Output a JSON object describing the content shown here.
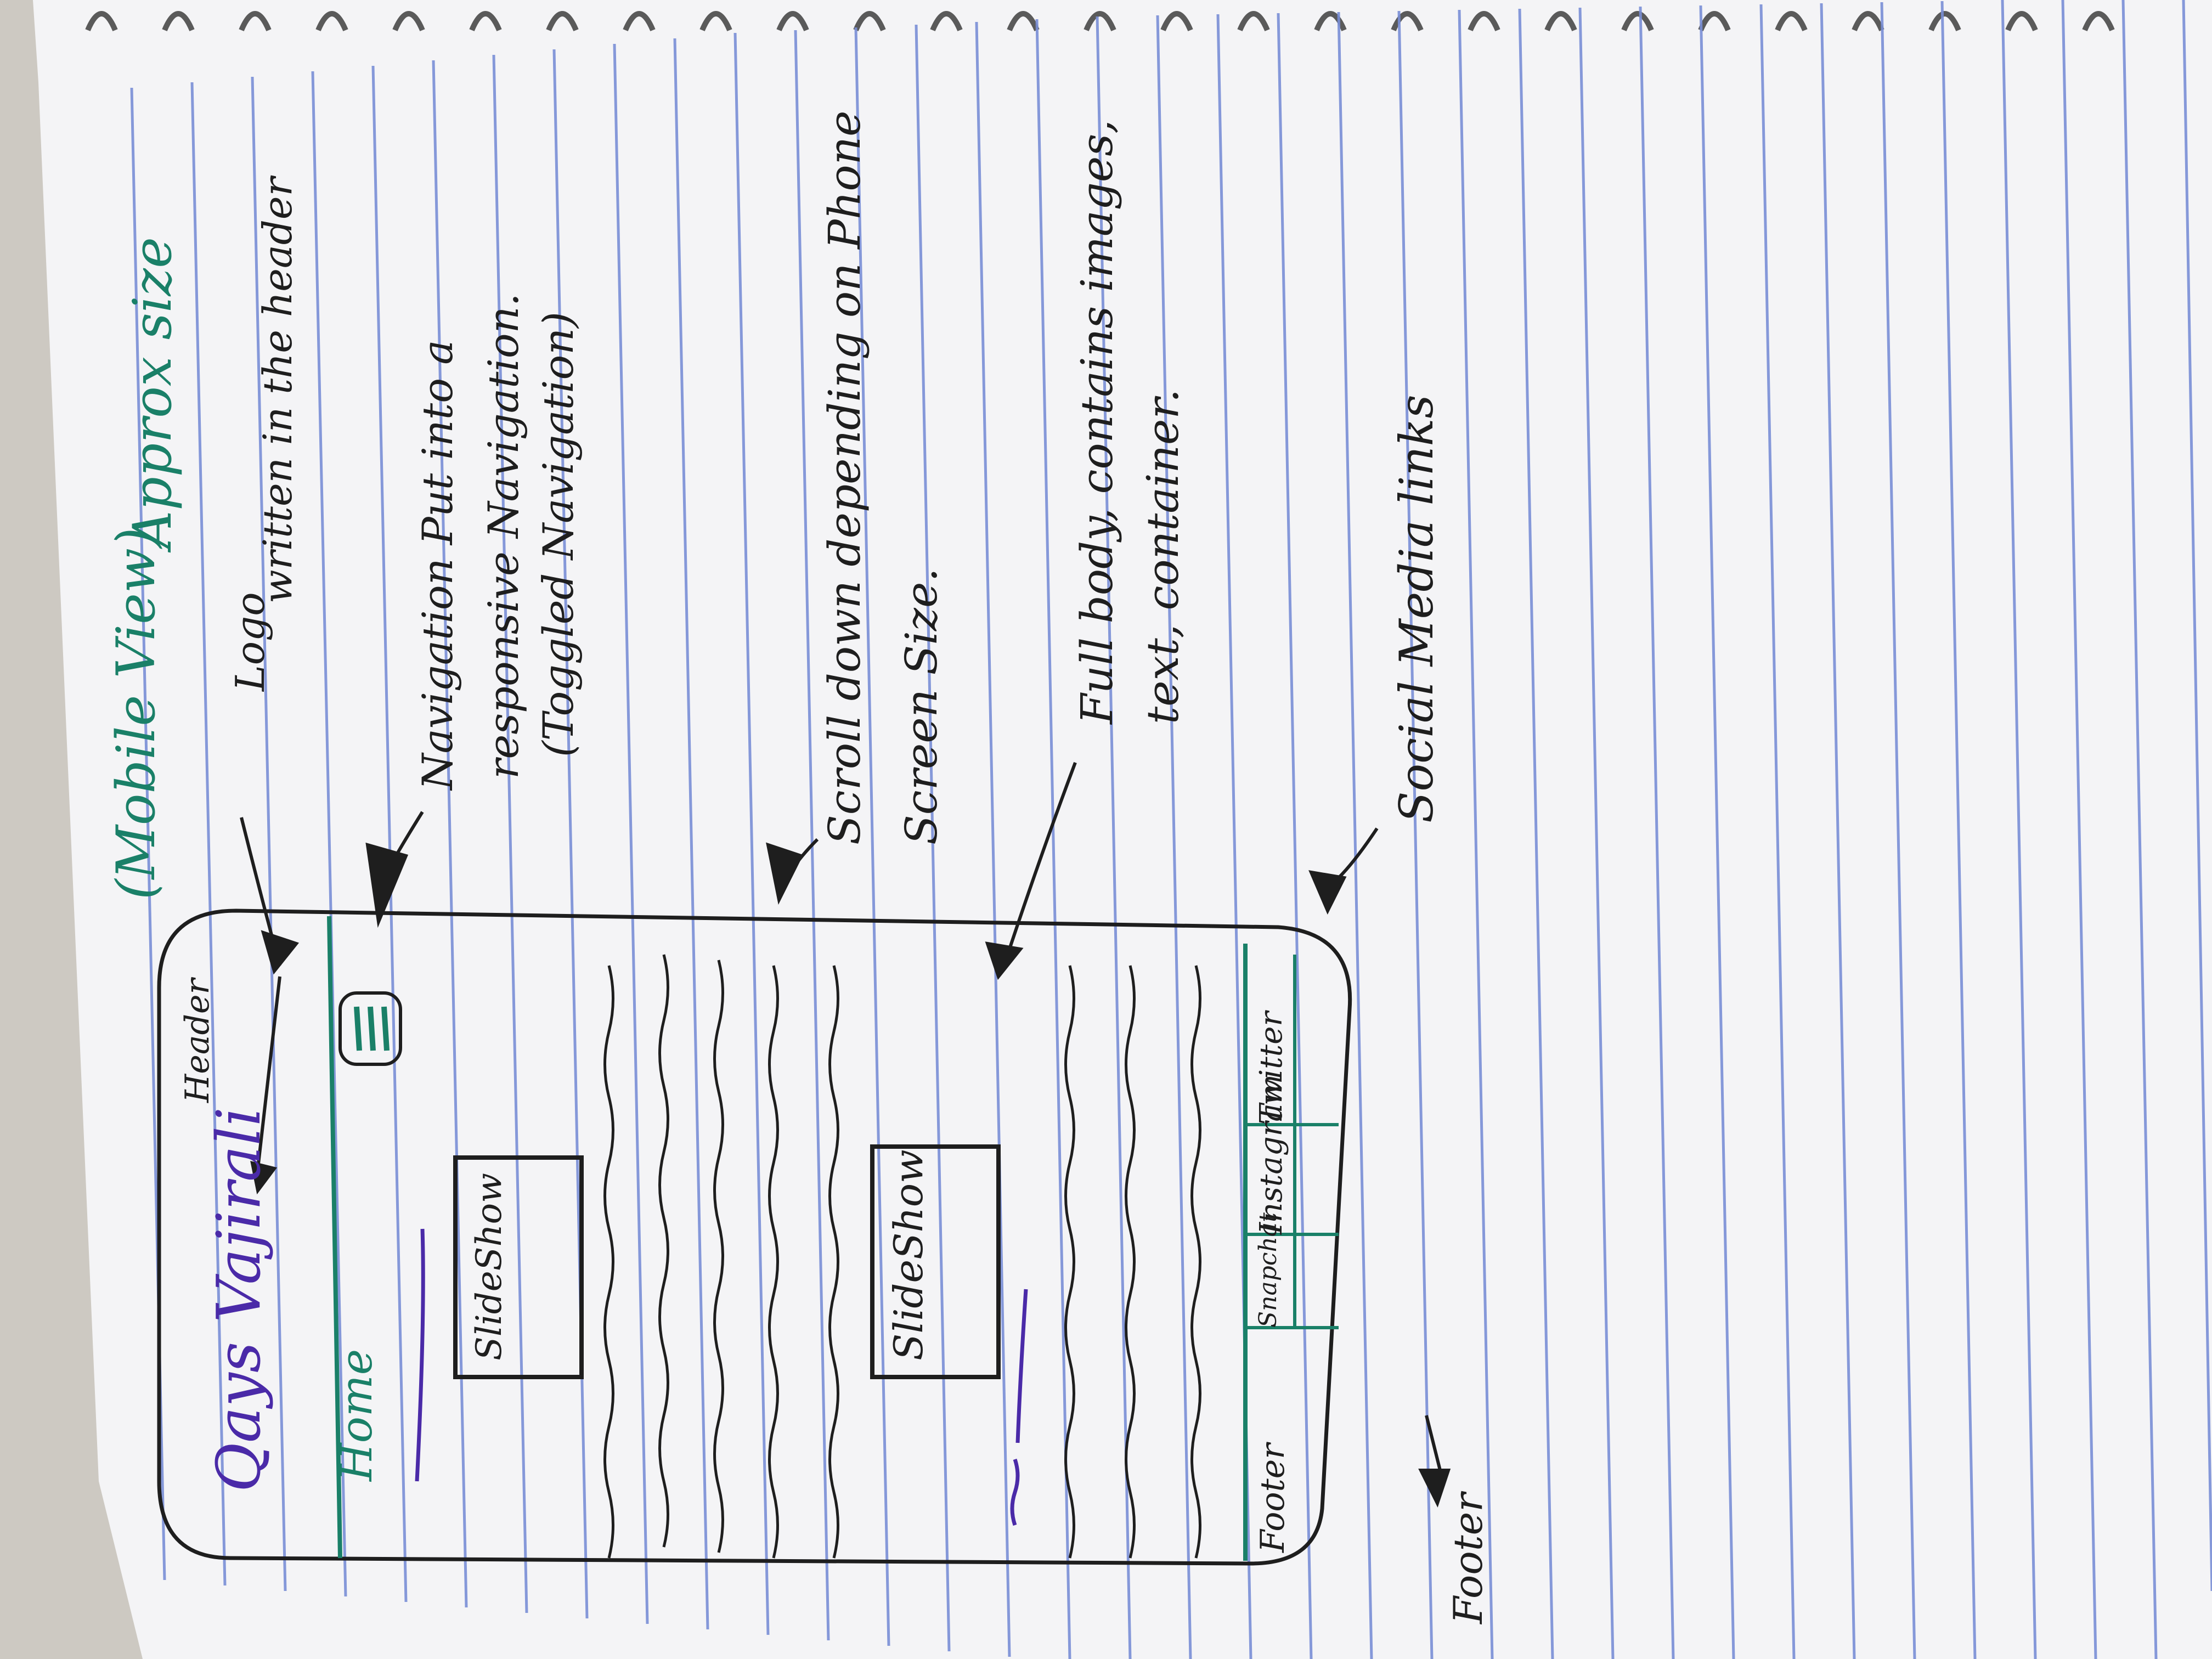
{
  "page": {
    "title": "(Mobile View)",
    "title_note": "Approx size"
  },
  "wireframe": {
    "header_label": "Header",
    "logo_text": "Qays Vajirali",
    "nav_item": "Home",
    "slideshow_1": "SlideShow",
    "slideshow_2": "SlideShow",
    "footer_label": "Footer",
    "social_links": [
      "Snapchat",
      "Instagram",
      "Twitter"
    ]
  },
  "annotations": {
    "logo": [
      "Logo",
      "written in the header"
    ],
    "navigation": [
      "Navigation Put into a",
      "responsive Navigation.",
      "(Toggled Navigation)"
    ],
    "scroll": [
      "Scroll down depending on Phone",
      "Screen Size."
    ],
    "body": [
      "Full body, contains images,",
      "text, container."
    ],
    "social": [
      "Social Media links"
    ],
    "footer": "Footer"
  },
  "colors": {
    "ink": "#1e1e1e",
    "teal": "#1a8068",
    "purple": "#4a2aa8",
    "paper_lines": "#7a8fd6"
  }
}
